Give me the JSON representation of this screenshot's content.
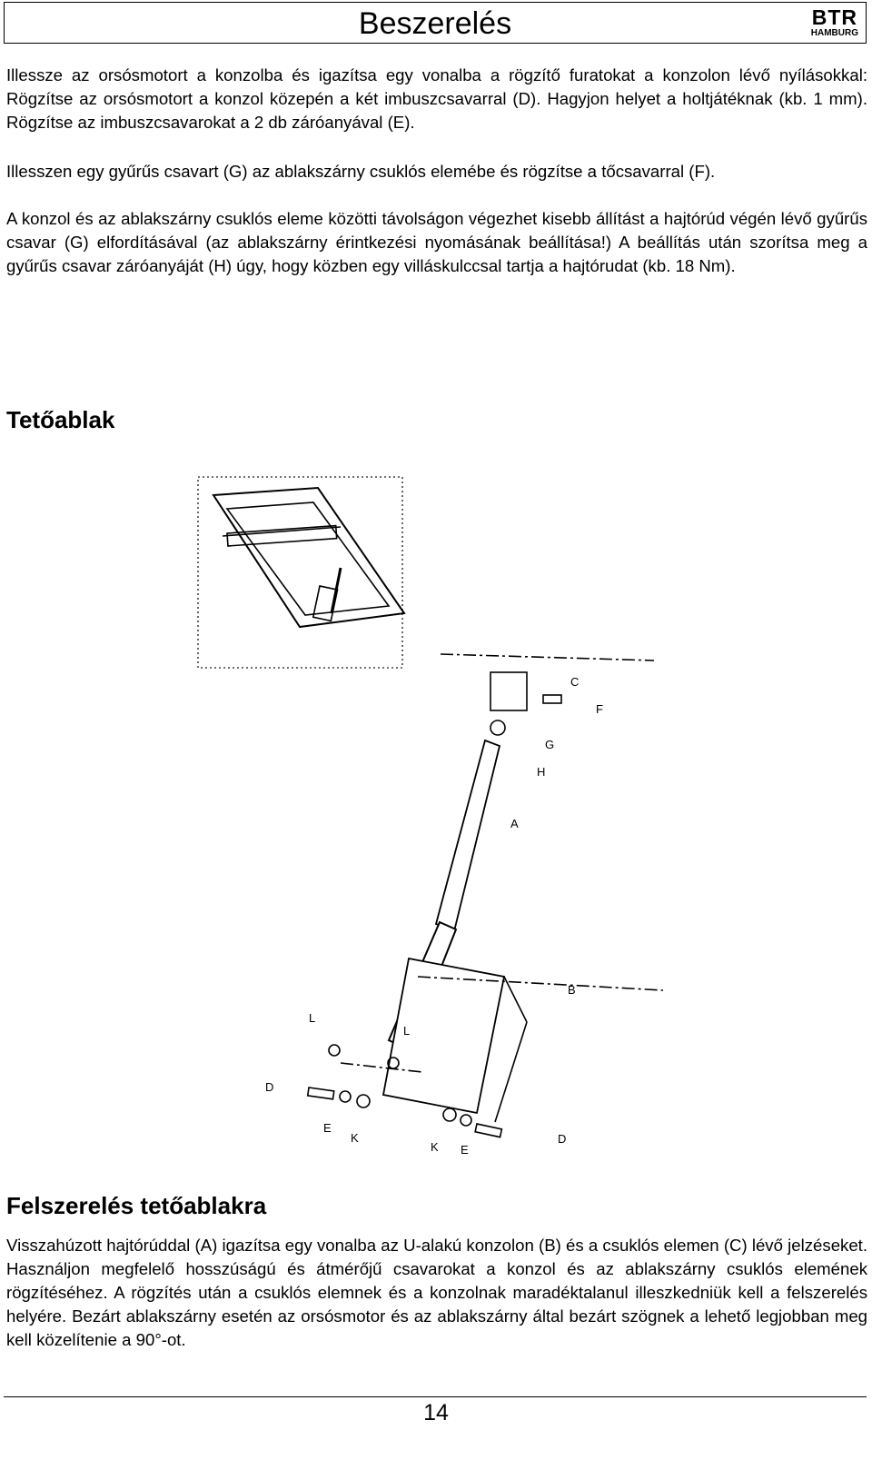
{
  "header": {
    "title": "Beszerelés",
    "logo_main": "BTR",
    "logo_sub": "HAMBURG"
  },
  "paragraphs": {
    "p1": "Illessze az orsósmotort a konzolba és igazítsa egy vonalba a rögzítő furatokat a konzolon lévő nyílásokkal: Rögzítse az orsósmotort a konzol közepén a két imbuszcsavarral (D). Hagyjon helyet a holtjátéknak (kb. 1 mm). Rögzítse az imbuszcsavarokat a 2 db záróanyával (E).",
    "p2": "Illesszen egy gyűrűs csavart (G) az ablakszárny csuklós elemébe és rögzítse a tőcsavarral (F).",
    "p3": "A konzol és az ablakszárny csuklós eleme közötti távolságon végezhet kisebb állítást a hajtórúd végén lévő gyűrűs csavar (G) elfordításával (az ablakszárny érintkezési nyomásának beállítása!) A beállítás után szorítsa meg a gyűrűs csavar záróanyáját (H) úgy, hogy közben egy villáskulccsal tartja a hajtórudat (kb. 18 Nm).",
    "p4": "Visszahúzott hajtórúddal (A) igazítsa egy vonalba az U-alakú konzolon (B) és a csuklós elemen (C) lévő jelzéseket. Használjon megfelelő hosszúságú és átmérőjű csavarokat a konzol és az ablakszárny csuklós elemének rögzítéséhez. A rögzítés után a csuklós elemnek és a konzolnak maradéktalanul illeszkedniük kell a felszerelés helyére. Bezárt ablakszárny esetén az orsósmotor és az ablakszárny által bezárt szögnek a lehető legjobban meg kell közelítenie a 90°-ot."
  },
  "headings": {
    "section1": "Tetőablak",
    "section2": "Felszerelés tetőablakra"
  },
  "figure_labels": {
    "A": "A",
    "B": "B",
    "C": "C",
    "D1": "D",
    "D2": "D",
    "E1": "E",
    "E2": "E",
    "F": "F",
    "G": "G",
    "H": "H",
    "K1": "K",
    "K2": "K",
    "L1": "L",
    "L2": "L"
  },
  "footer": {
    "page_number": "14"
  }
}
